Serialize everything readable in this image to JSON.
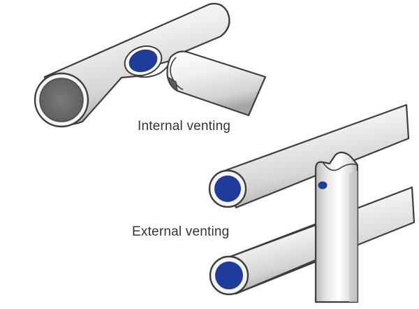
{
  "labels": {
    "internal": "Internal venting",
    "external": "External venting"
  },
  "colors": {
    "background": "#ffffff",
    "tube_outline": "#3d3d3d",
    "tube_light": "#f6f6f6",
    "tube_mid": "#dcdcdc",
    "tube_dark": "#a9a9a9",
    "vent_blue": "#1f3c9a",
    "open_end_grey": "#6f6f6f",
    "label_text": "#333333"
  },
  "icons": {
    "internal_vent_hole": "blue-circle",
    "external_vent_hole": "blue-dot",
    "open_tube_end": "grey-circle"
  }
}
